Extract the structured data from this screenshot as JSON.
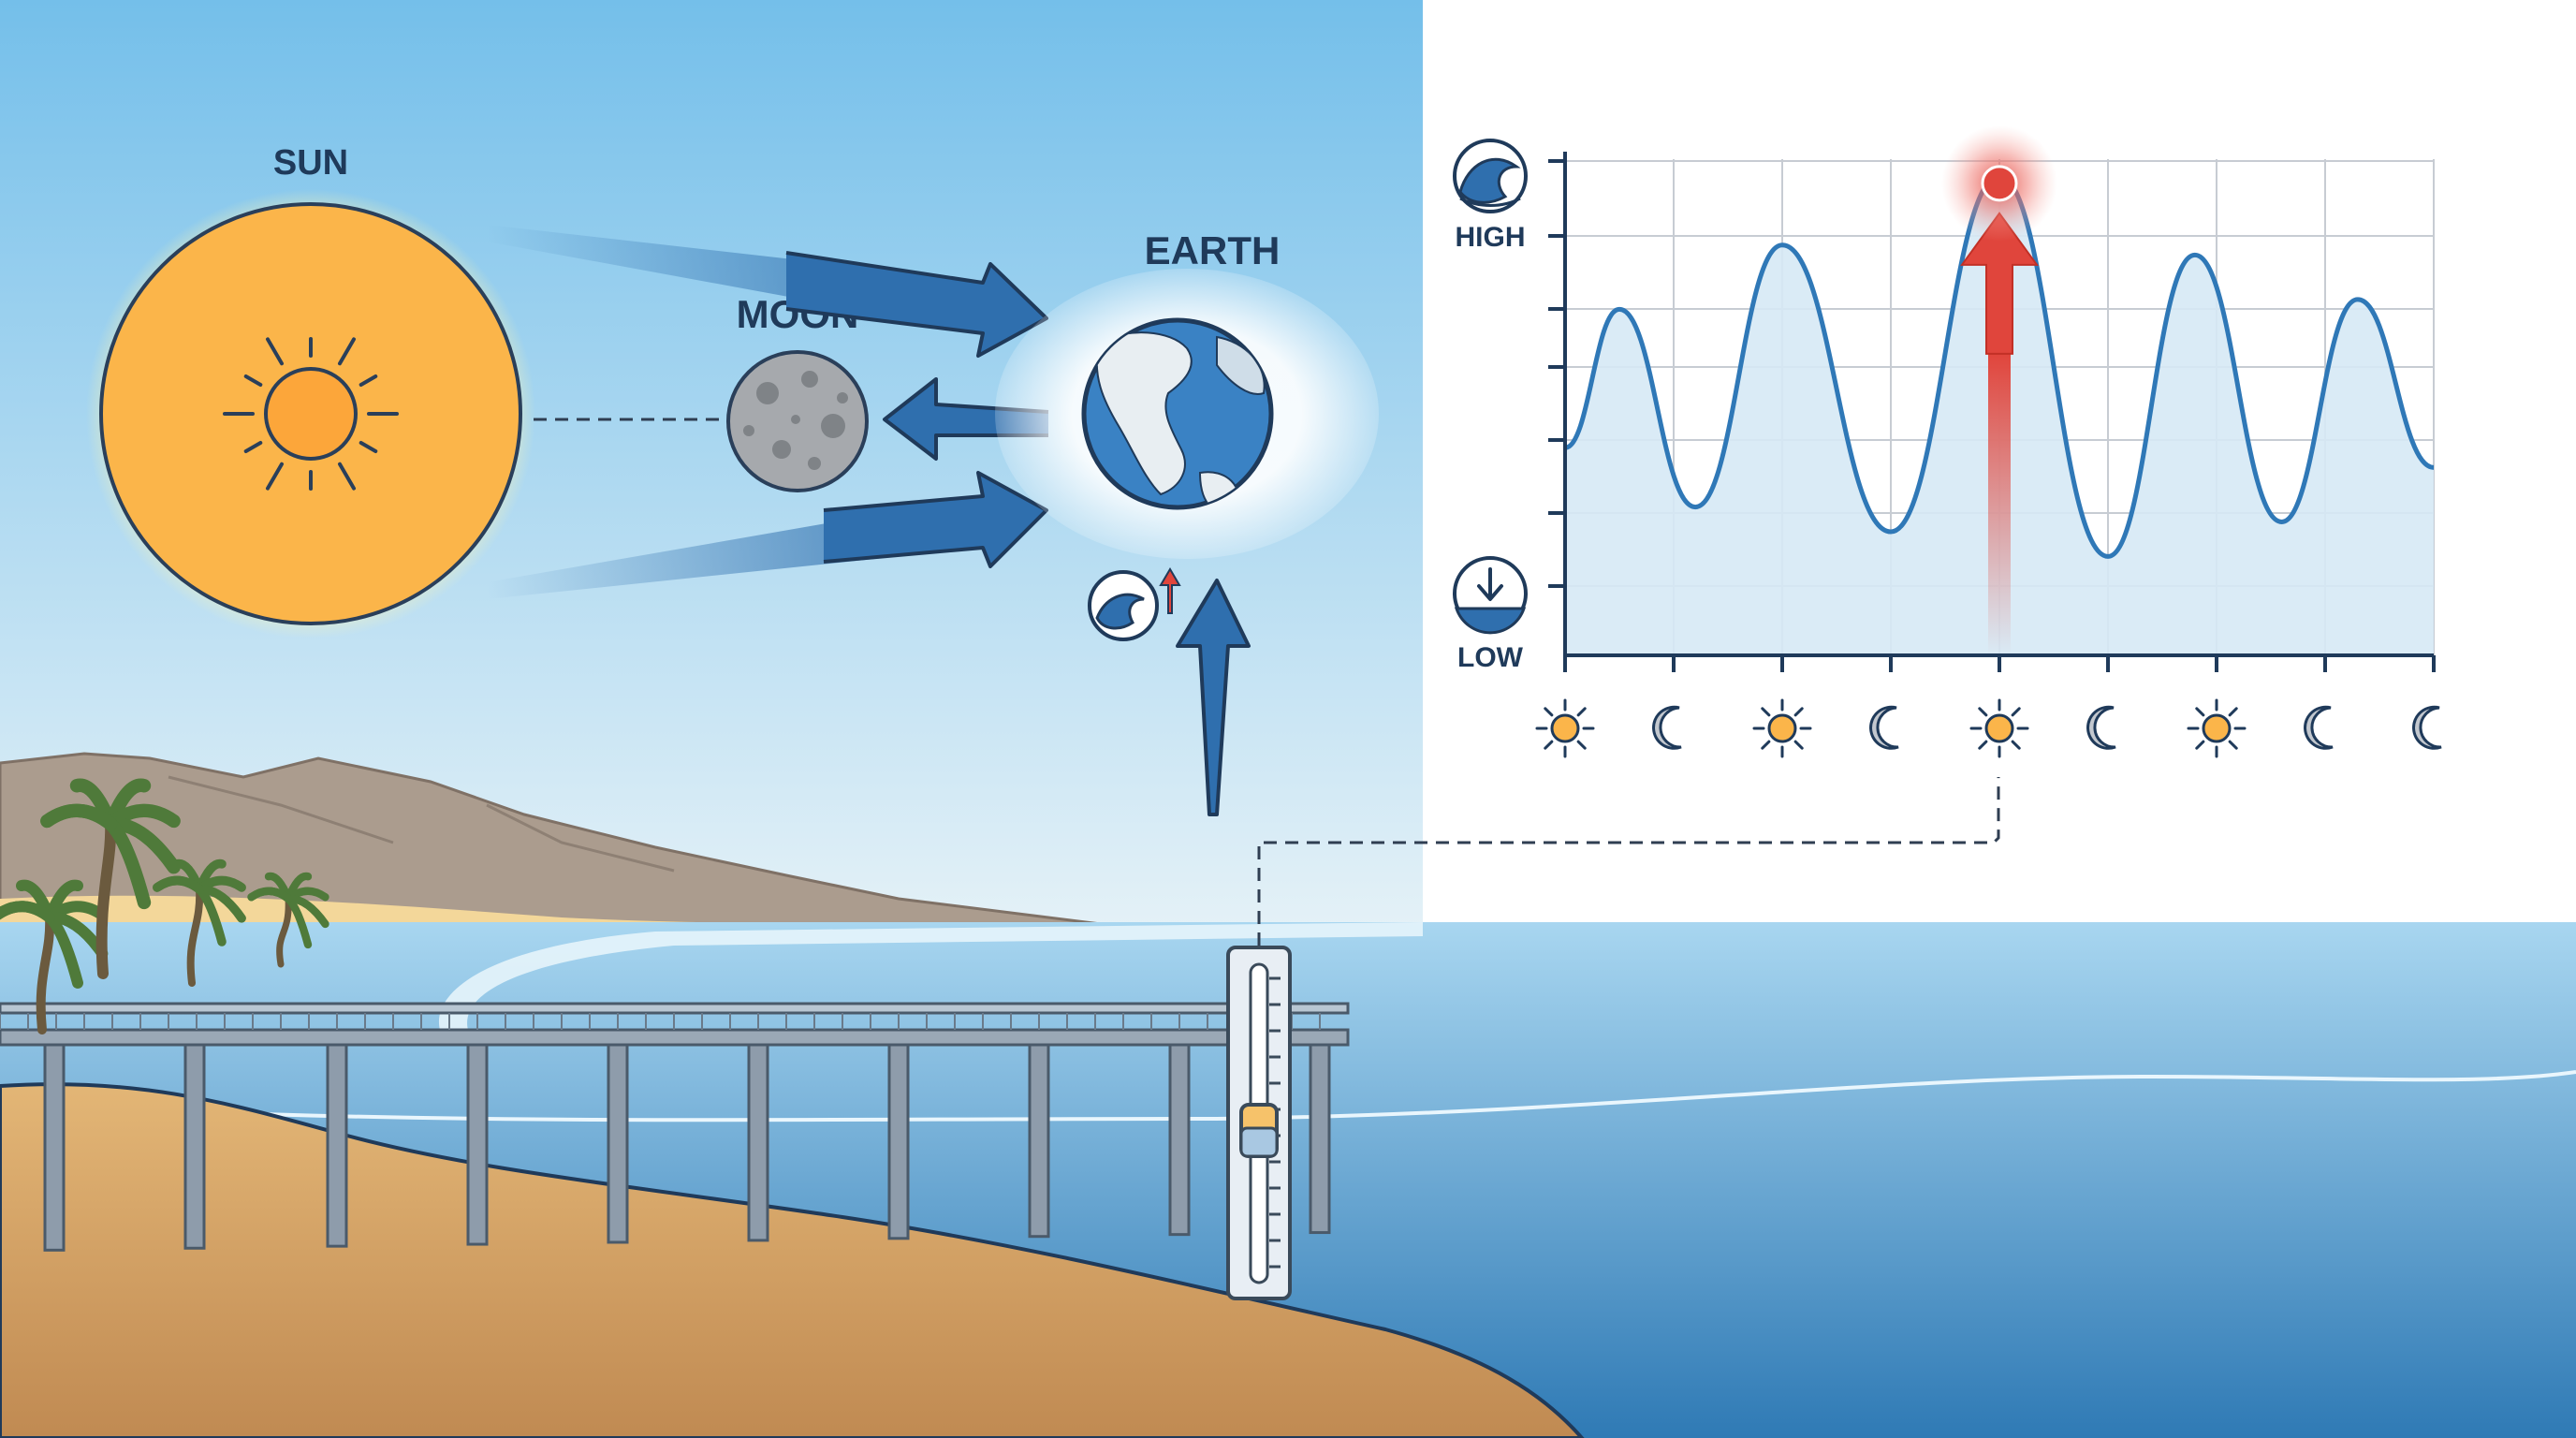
{
  "labels": {
    "sun": "SUN",
    "moon": "MOON",
    "earth": "EARTH",
    "high": "HIGH",
    "low": "LOW"
  },
  "colors": {
    "sky_top": "#7ec4ec",
    "sky_bottom": "#dcedf6",
    "sun": "#fbb54a",
    "sun_stroke": "#2a3f5a",
    "arrow_blue": "#2f6fae",
    "arrow_red": "#e0453c",
    "ocean_light": "#9fd0ee",
    "ocean_dark": "#2f7cb7",
    "sand": "#d9a866",
    "curve": "#2f78b7",
    "chart_fill": "#d3e7f4",
    "grid": "#c7ccd3"
  },
  "icons": {
    "high_tide": "wave-icon",
    "low_tide": "down-arrow-water-icon",
    "earth_marker": "tide-rise-icon",
    "axis_day": "sun-icon",
    "axis_night": "moon-icon"
  },
  "chart_data": {
    "type": "line",
    "title": "",
    "xlabel": "",
    "ylabel": "",
    "y_axis_labels": [
      "HIGH",
      "LOW"
    ],
    "x_tick_icons": [
      "sun-icon",
      "moon-icon",
      "sun-icon",
      "moon-icon",
      "sun-icon",
      "moon-icon",
      "sun-icon",
      "moon-icon",
      "moon-icon"
    ],
    "x": [
      0,
      0.5,
      1,
      1.5,
      2,
      2.5,
      3,
      3.5,
      4
    ],
    "series": [
      {
        "peaks": [
          [
            0.25,
            0.7
          ],
          [
            1.0,
            0.83
          ],
          [
            2.0,
            0.97
          ],
          [
            2.9,
            0.81
          ],
          [
            3.65,
            0.72
          ]
        ],
        "troughs": [
          [
            0.6,
            0.3
          ],
          [
            1.5,
            0.25
          ],
          [
            2.5,
            0.2
          ],
          [
            3.3,
            0.27
          ]
        ],
        "start": [
          0,
          0.42
        ],
        "end": [
          4,
          0.38
        ]
      }
    ],
    "highlight": {
      "x": 2.0,
      "y": 0.97,
      "note": ""
    },
    "ylim": [
      0,
      1
    ],
    "xlim": [
      0,
      4
    ],
    "grid": true
  }
}
